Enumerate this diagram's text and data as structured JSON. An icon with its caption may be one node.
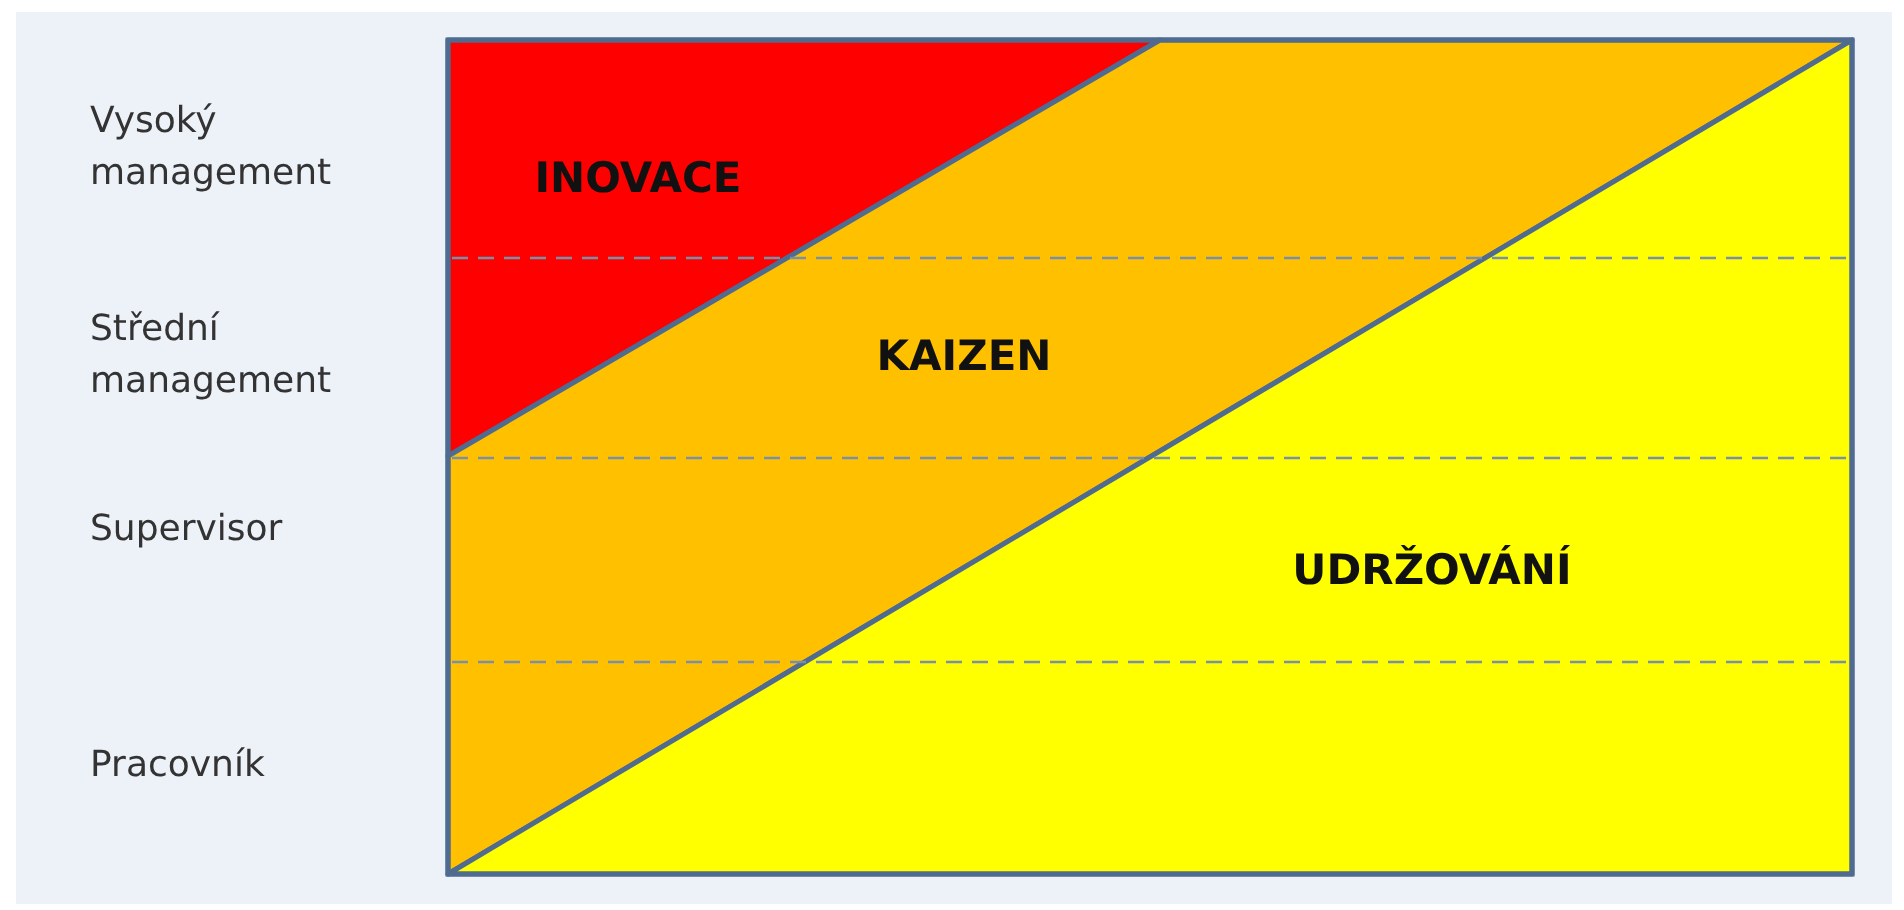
{
  "diagram": {
    "nodes": [
      {
        "text": [
          "INOVACE"
        ]
      },
      {
        "text": [
          "KAIZEN"
        ]
      },
      {
        "text": [
          "UDRŽOVÁNÍ"
        ]
      }
    ],
    "labels": [
      "Vysoký management",
      "Střední management",
      "Supervisor",
      "Pracovník"
    ]
  }
}
